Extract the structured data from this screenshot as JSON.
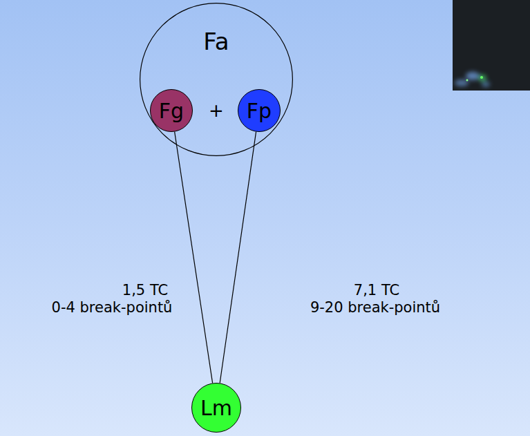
{
  "diagram": {
    "nodes": [
      {
        "text": [
          "Fa"
        ]
      },
      {
        "text": [
          "Fg"
        ],
        "in": 0
      },
      {
        "text": [
          "Fp"
        ],
        "in": 0
      },
      {
        "text": [
          "Lm"
        ]
      }
    ],
    "edges": [
      {
        "from": 1,
        "to": 3,
        "arrow": "none"
      },
      {
        "from": 2,
        "to": 3,
        "arrow": "none"
      }
    ],
    "labels": [
      "+",
      "1,5 TC",
      "0-4 break-pointů",
      "7,1 TC",
      "9-20 break-pointů"
    ]
  }
}
